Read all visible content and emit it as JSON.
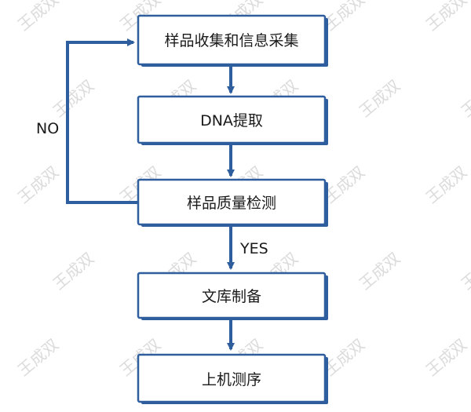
{
  "watermark": {
    "text": "王成双",
    "color": "#bfbfbf"
  },
  "colors": {
    "accent": "#2e5e9e",
    "box_fill": "#ffffff",
    "text": "#1a1a1a"
  },
  "nodes": [
    {
      "id": "collect",
      "label": "样品收集和信息采集"
    },
    {
      "id": "dna",
      "label": "DNA提取"
    },
    {
      "id": "qc",
      "label": "样品质量检测"
    },
    {
      "id": "library",
      "label": "文库制备"
    },
    {
      "id": "sequencing",
      "label": "上机测序"
    }
  ],
  "edges": [
    {
      "from": "collect",
      "to": "dna",
      "label": ""
    },
    {
      "from": "dna",
      "to": "qc",
      "label": ""
    },
    {
      "from": "qc",
      "to": "library",
      "label": "YES"
    },
    {
      "from": "library",
      "to": "sequencing",
      "label": ""
    },
    {
      "from": "qc",
      "to": "collect",
      "label": "NO"
    }
  ]
}
